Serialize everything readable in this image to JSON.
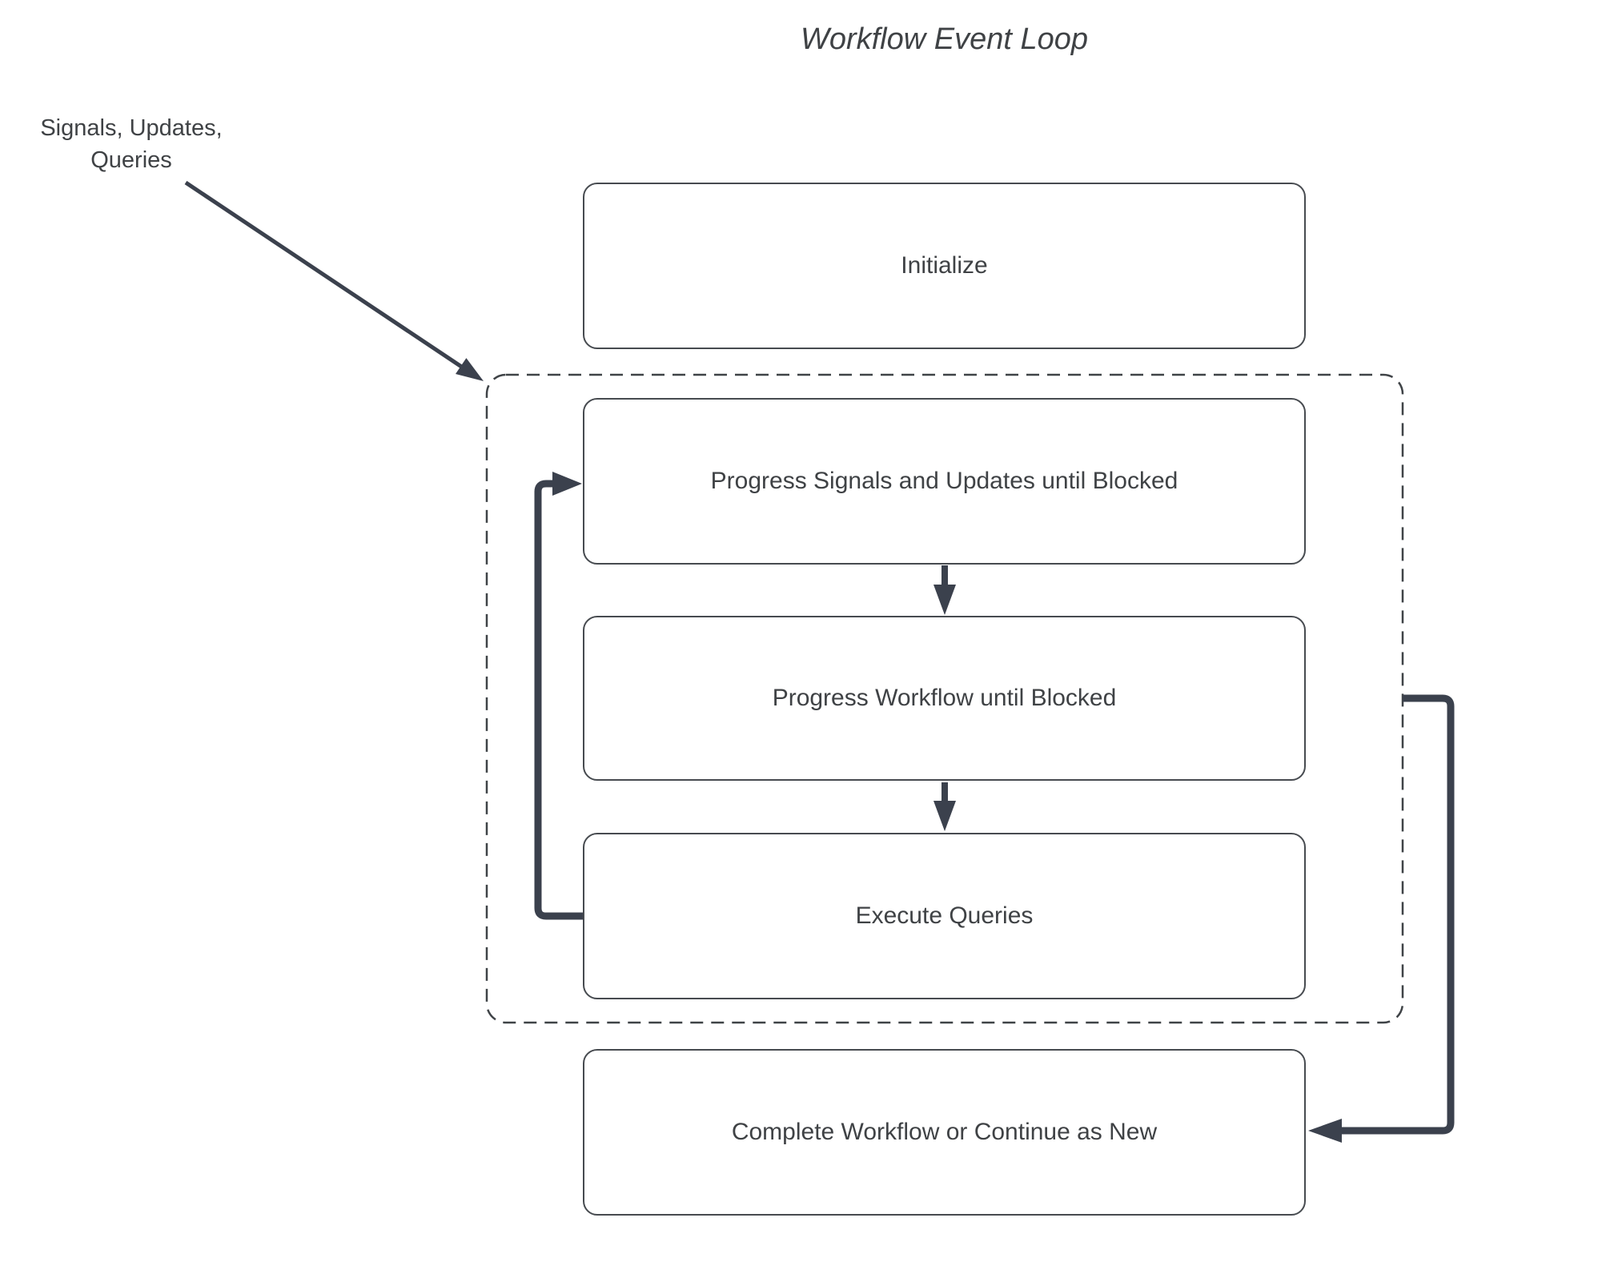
{
  "diagram": {
    "title": "Workflow Event Loop",
    "external_input": {
      "line1": "Signals, Updates,",
      "line2": "Queries"
    }
  },
  "nodes": [
    {
      "id": "initialize",
      "label": "Initialize"
    },
    {
      "id": "progress-signals",
      "label": "Progress Signals and Updates until Blocked"
    },
    {
      "id": "progress-workflow",
      "label": "Progress Workflow until Blocked"
    },
    {
      "id": "execute-queries",
      "label": "Execute Queries"
    },
    {
      "id": "complete",
      "label": "Complete Workflow or Continue as New"
    }
  ],
  "groups": [
    {
      "id": "event-loop-group",
      "style": "dashed",
      "contains": [
        "progress-signals",
        "progress-workflow",
        "execute-queries"
      ]
    }
  ],
  "edges": [
    {
      "from": "external-input",
      "to": "event-loop-group",
      "style": "thin-diagonal-arrow"
    },
    {
      "from": "progress-signals",
      "to": "progress-workflow",
      "style": "down-arrow"
    },
    {
      "from": "progress-workflow",
      "to": "execute-queries",
      "style": "down-arrow"
    },
    {
      "from": "execute-queries",
      "to": "progress-signals",
      "style": "thick-loop-left"
    },
    {
      "from": "event-loop-group",
      "to": "complete",
      "style": "thick-loop-right"
    }
  ],
  "colors": {
    "line": "#3b414d",
    "border": "#474b50",
    "dash": "#3f4347",
    "text": "#3f4245",
    "background": "#ffffff"
  }
}
